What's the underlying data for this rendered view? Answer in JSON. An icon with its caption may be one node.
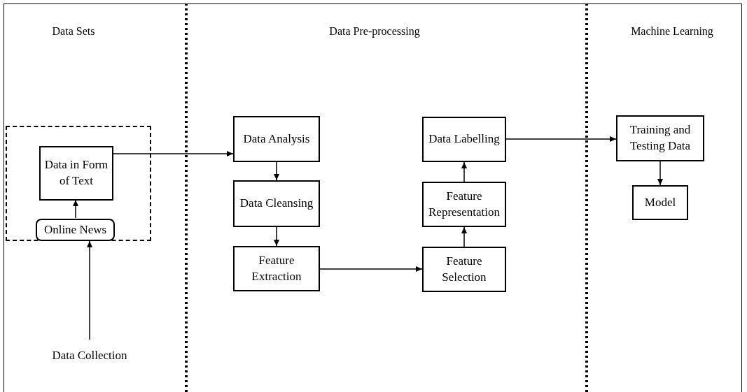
{
  "diagram": {
    "nodes": [
      {
        "text": [],
        "shape": "box"
      },
      {
        "text": [
          "Data in Form of Text"
        ],
        "in": 0
      },
      {
        "text": [
          "Online News"
        ],
        "in": 0
      },
      {
        "text": [
          "Data Collection"
        ]
      },
      {
        "text": [
          "Data Analysis"
        ]
      },
      {
        "text": [
          "Data Cleansing"
        ]
      },
      {
        "text": [
          "Feature Extraction"
        ]
      },
      {
        "text": [
          "Feature Selection"
        ]
      },
      {
        "text": [
          "Feature Representation"
        ]
      },
      {
        "text": [
          "Data Labelling"
        ]
      },
      {
        "text": [
          "Training and Testing Data"
        ]
      },
      {
        "text": [
          "Model"
        ]
      }
    ],
    "edges": [
      {
        "from": 3,
        "to": 0,
        "arrow": "to"
      },
      {
        "from": 2,
        "to": 1,
        "arrow": "to"
      },
      {
        "from": 1,
        "to": 4,
        "arrow": "to"
      },
      {
        "from": 4,
        "to": 5,
        "arrow": "to"
      },
      {
        "from": 5,
        "to": 6,
        "arrow": "to"
      },
      {
        "from": 6,
        "to": 7,
        "arrow": "to"
      },
      {
        "from": 7,
        "to": 8,
        "arrow": "to"
      },
      {
        "from": 8,
        "to": 9,
        "arrow": "to"
      },
      {
        "from": 9,
        "to": 10,
        "arrow": "to"
      },
      {
        "from": 10,
        "to": 11,
        "arrow": "to"
      }
    ],
    "labels": [
      "Data Sets",
      "Data Pre-processing",
      "Machine Learning"
    ]
  }
}
